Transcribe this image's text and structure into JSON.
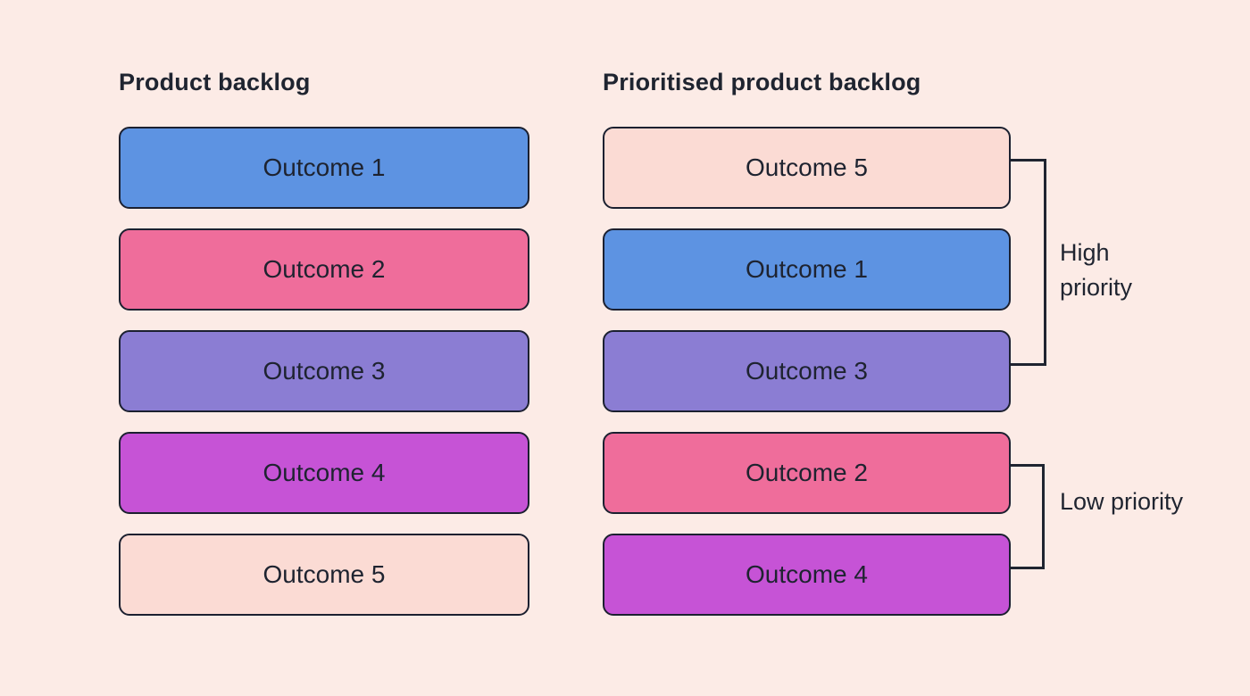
{
  "colors": {
    "background": "#fcebe6",
    "border": "#1b2030",
    "text": "#1f2430",
    "blue": "#5d93e2",
    "pink": "#ef6d9b",
    "purple": "#8b7dd3",
    "magenta": "#c653d6",
    "pale_pink": "#fbdbd4"
  },
  "left_column": {
    "title": "Product backlog",
    "items": [
      {
        "label": "Outcome 1",
        "color": "#5d93e2"
      },
      {
        "label": "Outcome 2",
        "color": "#ef6d9b"
      },
      {
        "label": "Outcome 3",
        "color": "#8b7dd3"
      },
      {
        "label": "Outcome 4",
        "color": "#c653d6"
      },
      {
        "label": "Outcome 5",
        "color": "#fbdbd4"
      }
    ]
  },
  "right_column": {
    "title": "Prioritised product backlog",
    "items": [
      {
        "label": "Outcome 5",
        "color": "#fbdbd4"
      },
      {
        "label": "Outcome 1",
        "color": "#5d93e2"
      },
      {
        "label": "Outcome 3",
        "color": "#8b7dd3"
      },
      {
        "label": "Outcome 2",
        "color": "#ef6d9b"
      },
      {
        "label": "Outcome 4",
        "color": "#c653d6"
      }
    ]
  },
  "annotations": {
    "high_priority": "High priority",
    "low_priority": "Low priority"
  }
}
